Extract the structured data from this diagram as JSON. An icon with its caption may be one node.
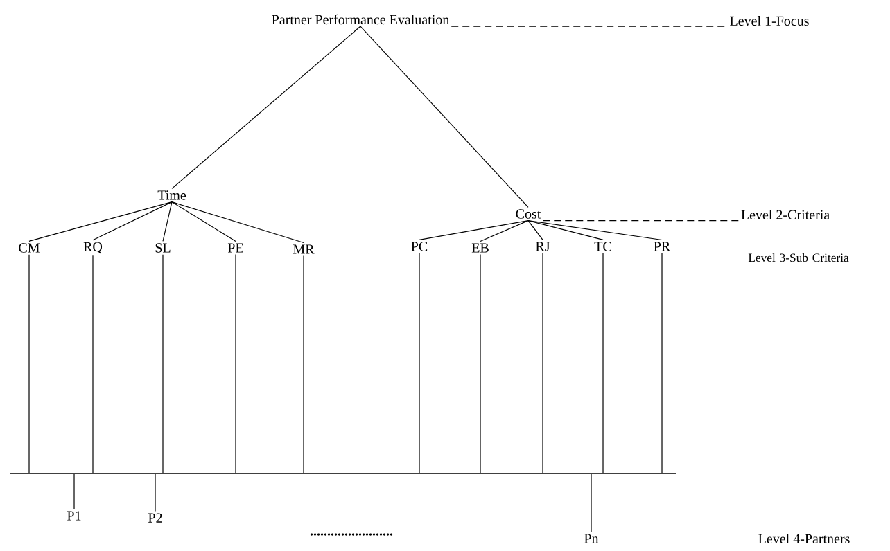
{
  "diagram": {
    "nodes": [
      {
        "text": [
          "Partner Performance Evaluation"
        ]
      },
      {
        "text": [
          "Time"
        ]
      },
      {
        "text": [
          "Cost"
        ]
      },
      {
        "text": [
          "CM"
        ]
      },
      {
        "text": [
          "RQ"
        ]
      },
      {
        "text": [
          "SL"
        ]
      },
      {
        "text": [
          "PE"
        ]
      },
      {
        "text": [
          "MR"
        ]
      },
      {
        "text": [
          "PC"
        ]
      },
      {
        "text": [
          "EB"
        ]
      },
      {
        "text": [
          "RJ"
        ]
      },
      {
        "text": [
          "TC"
        ]
      },
      {
        "text": [
          "PR"
        ]
      },
      {
        "text": [
          "Level 1-Focus"
        ]
      },
      {
        "text": [
          "Level 2-Criteria"
        ]
      },
      {
        "text": [
          "Level 3-Sub Criteria"
        ]
      },
      {
        "text": [],
        "shape": "bar"
      },
      {
        "text": [
          "P1"
        ]
      },
      {
        "text": [
          "P2"
        ]
      },
      {
        "text": [
          "Pn"
        ]
      },
      {
        "text": [
          "Level 4-Partners"
        ]
      }
    ],
    "edges": [
      {
        "from": 0,
        "to": 1,
        "arrow": "none"
      },
      {
        "from": 0,
        "to": 2,
        "arrow": "none"
      },
      {
        "from": 1,
        "to": 3,
        "arrow": "none"
      },
      {
        "from": 1,
        "to": 4,
        "arrow": "none"
      },
      {
        "from": 1,
        "to": 5,
        "arrow": "none"
      },
      {
        "from": 1,
        "to": 6,
        "arrow": "none"
      },
      {
        "from": 1,
        "to": 7,
        "arrow": "none"
      },
      {
        "from": 2,
        "to": 8,
        "arrow": "none"
      },
      {
        "from": 2,
        "to": 9,
        "arrow": "none"
      },
      {
        "from": 2,
        "to": 10,
        "arrow": "none"
      },
      {
        "from": 2,
        "to": 11,
        "arrow": "none"
      },
      {
        "from": 2,
        "to": 12,
        "arrow": "none"
      },
      {
        "from": 0,
        "to": 13,
        "arrow": "none",
        "style": "dashed"
      },
      {
        "from": 2,
        "to": 14,
        "arrow": "none",
        "style": "dashed"
      },
      {
        "from": 12,
        "to": 15,
        "arrow": "none",
        "style": "dashed"
      },
      {
        "from": 3,
        "to": 16,
        "arrow": "none"
      },
      {
        "from": 4,
        "to": 16,
        "arrow": "none"
      },
      {
        "from": 5,
        "to": 16,
        "arrow": "none"
      },
      {
        "from": 6,
        "to": 16,
        "arrow": "none"
      },
      {
        "from": 7,
        "to": 16,
        "arrow": "none"
      },
      {
        "from": 8,
        "to": 16,
        "arrow": "none"
      },
      {
        "from": 9,
        "to": 16,
        "arrow": "none"
      },
      {
        "from": 10,
        "to": 16,
        "arrow": "none"
      },
      {
        "from": 11,
        "to": 16,
        "arrow": "none"
      },
      {
        "from": 12,
        "to": 16,
        "arrow": "none"
      },
      {
        "from": 16,
        "to": 17,
        "arrow": "none"
      },
      {
        "from": 16,
        "to": 18,
        "arrow": "none"
      },
      {
        "from": 16,
        "to": 19,
        "arrow": "none"
      },
      {
        "from": 19,
        "to": 20,
        "arrow": "none",
        "style": "dashed"
      }
    ],
    "labels": [
      "........................"
    ]
  }
}
